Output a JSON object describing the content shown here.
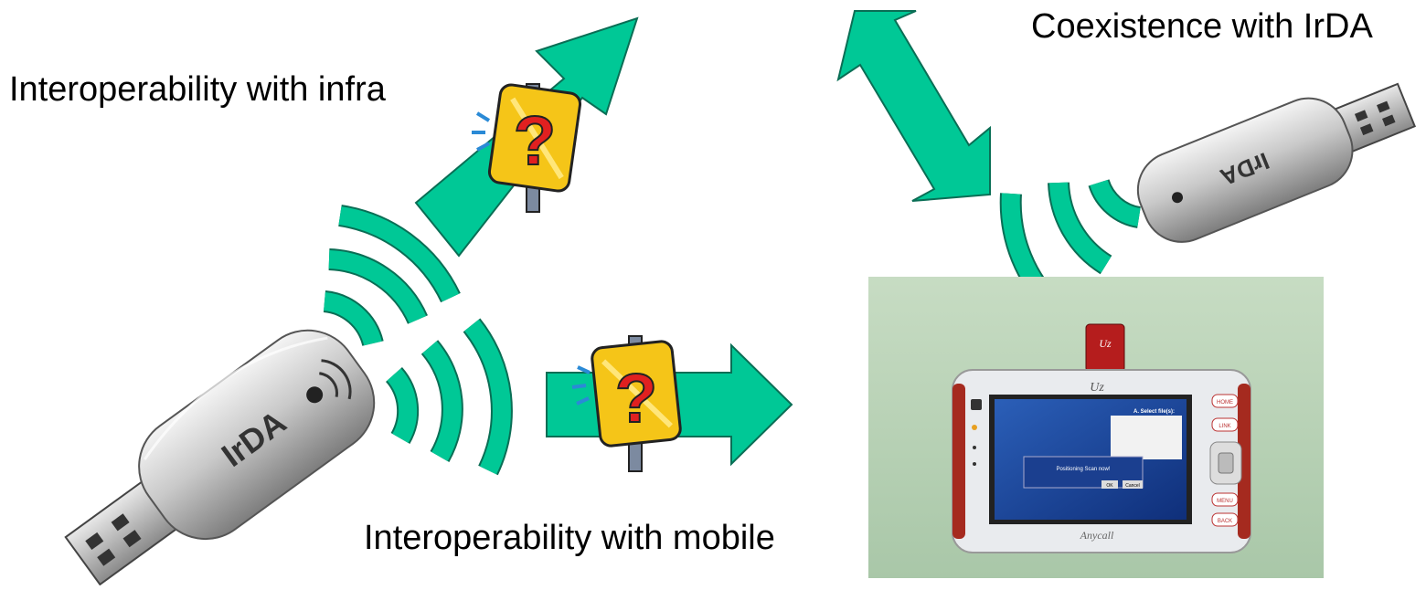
{
  "labels": {
    "coexistence": "Coexistence with IrDA",
    "infra": "Interoperability with infra",
    "mobile": "Interoperability with mobile"
  },
  "dongle": {
    "brand": "IrDA"
  },
  "device": {
    "brand": "Anycall",
    "logo": "Uz",
    "screen_title": "A. Select file(s):",
    "screen_message": "Positioning Scan now!",
    "ok_label": "OK",
    "cancel_label": "Cancel",
    "buttons": [
      "HOME",
      "LINK",
      "MENU",
      "BACK"
    ]
  },
  "colors": {
    "arrow": "#00c896",
    "wave": "#00c896",
    "sign_fill": "#f5c518",
    "question_mark": "#e02020",
    "photo_bg": "#b9d4b8"
  },
  "icons": {
    "question_sign": "question-sign-icon",
    "wireless_waves": "signal-waves-icon"
  }
}
